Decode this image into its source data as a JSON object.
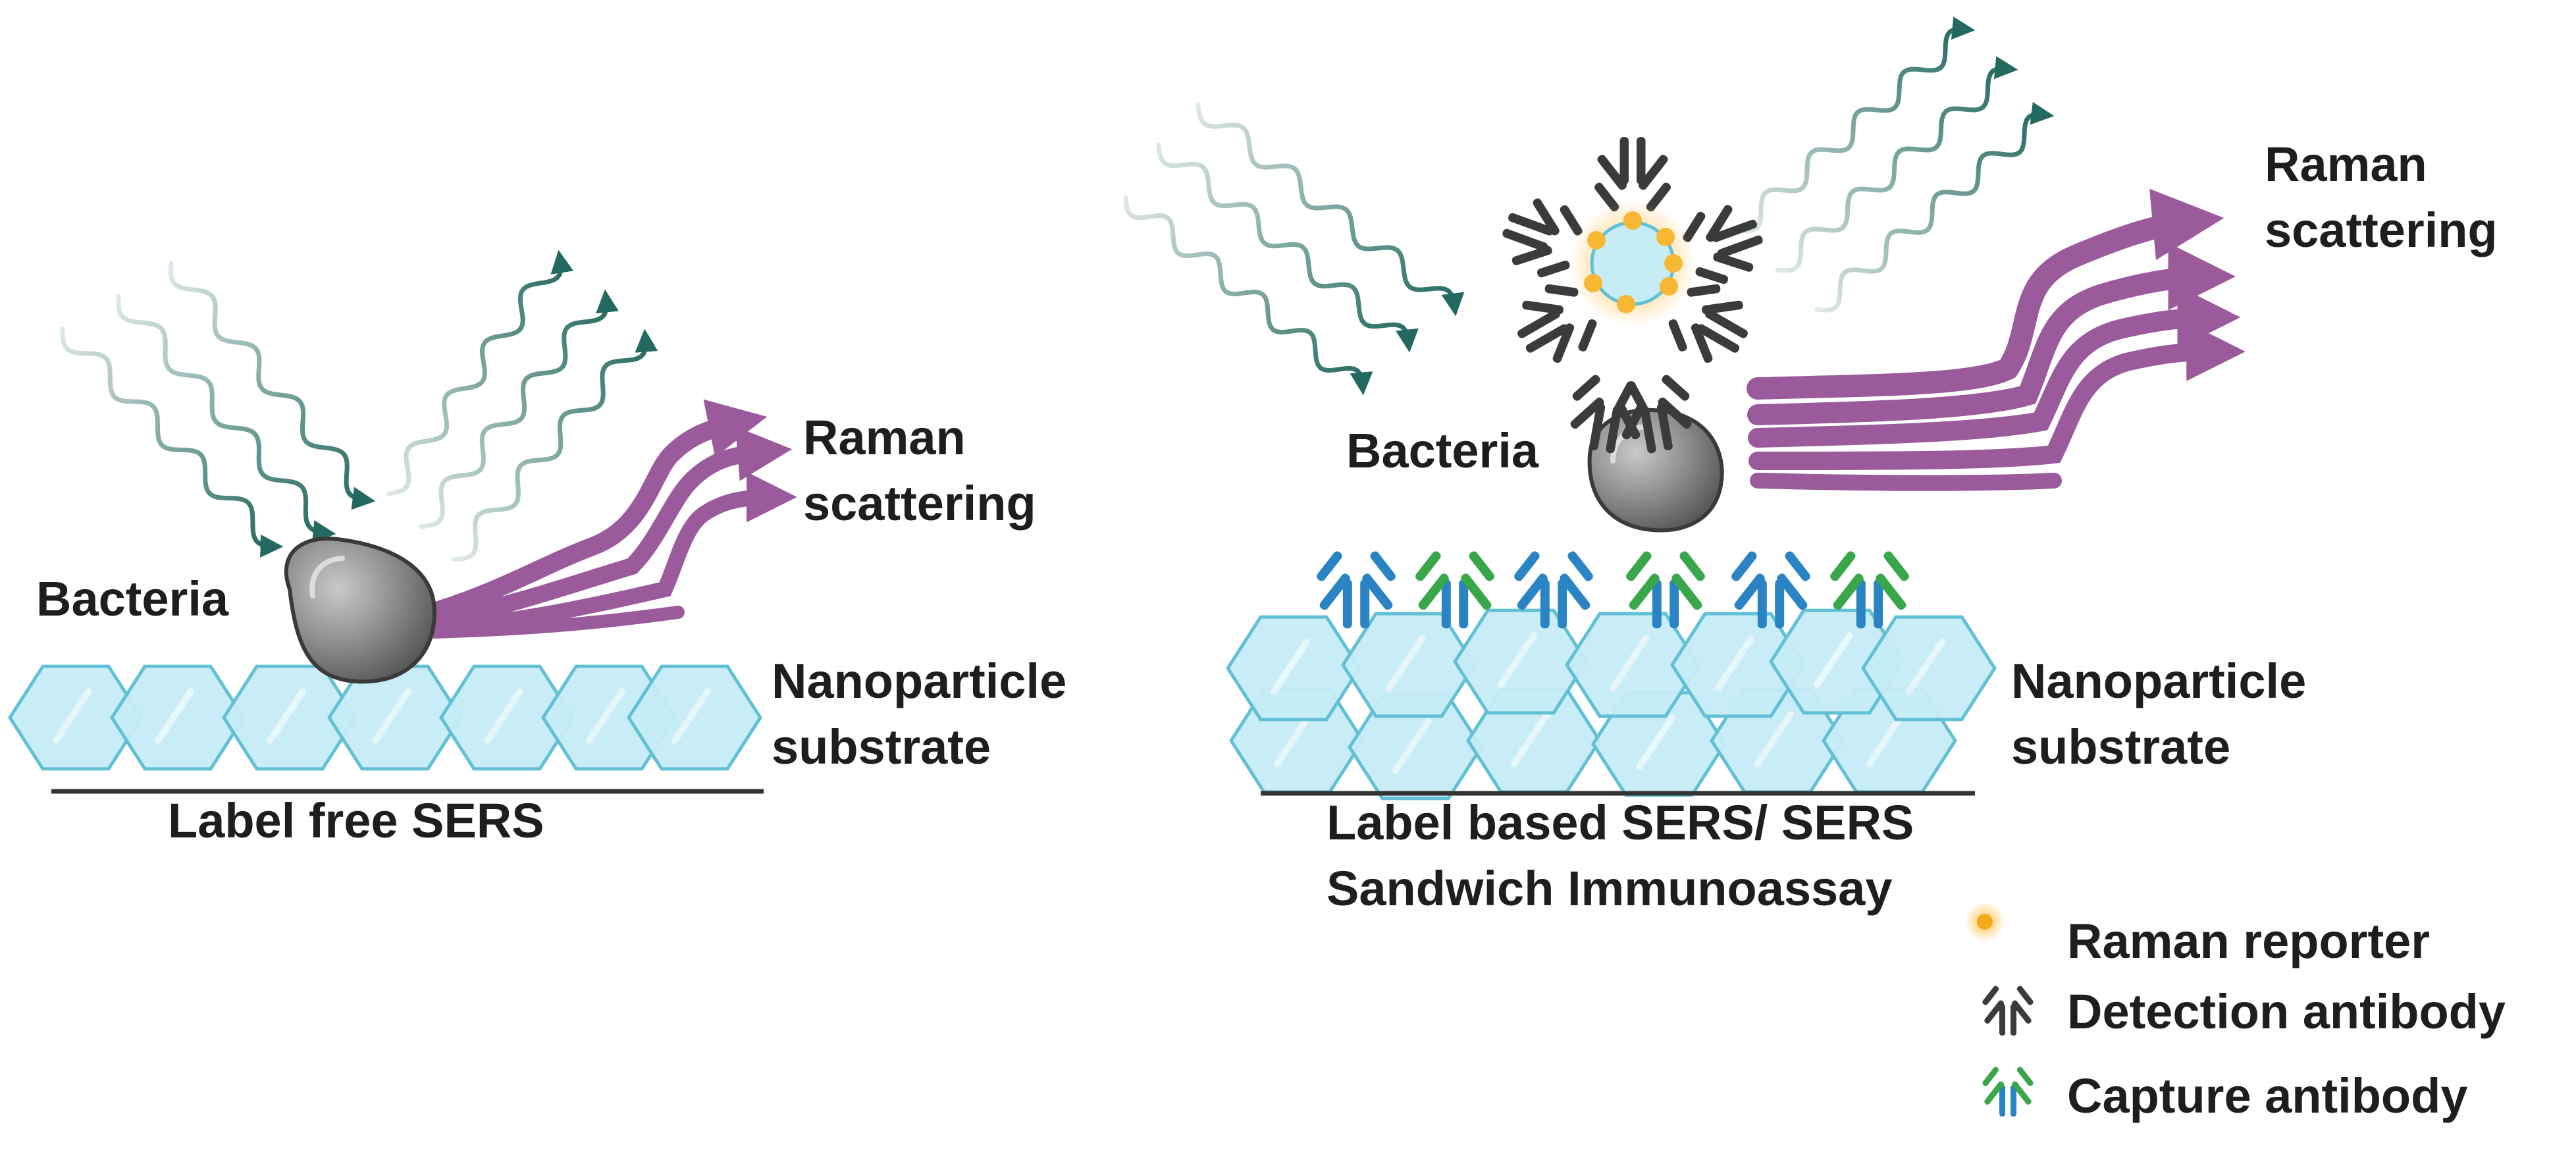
{
  "left_panel": {
    "bacteria_label": "Bacteria",
    "raman_label_line1": "Raman",
    "raman_label_line2": "scattering",
    "substrate_label_line1": "Nanoparticle",
    "substrate_label_line2": "substrate",
    "caption": "Label free SERS"
  },
  "right_panel": {
    "bacteria_label": "Bacteria",
    "raman_label_line1": "Raman",
    "raman_label_line2": "scattering",
    "substrate_label_line1": "Nanoparticle",
    "substrate_label_line2": "substrate",
    "caption_line1": "Label based SERS/ SERS",
    "caption_line2": "Sandwich Immunoassay"
  },
  "legend": {
    "items": [
      {
        "label": "Raman reporter",
        "icon": "raman-reporter-icon"
      },
      {
        "label": "Detection antibody",
        "icon": "detection-antibody-icon"
      },
      {
        "label": "Capture antibody",
        "icon": "capture-antibody-icon"
      }
    ]
  },
  "colors": {
    "hexagon_fill": "#c6ecf5",
    "hexagon_stroke": "#62c0d6",
    "laser_wave": "#23695f",
    "raman_arrow": "#9a5a9b",
    "bacteria": "#8c8c8c",
    "reporter": "#f7b733",
    "detection_antibody": "#3b3b3b",
    "capture_antibody_blue": "#2a84c4",
    "capture_antibody_green": "#39a64a"
  }
}
